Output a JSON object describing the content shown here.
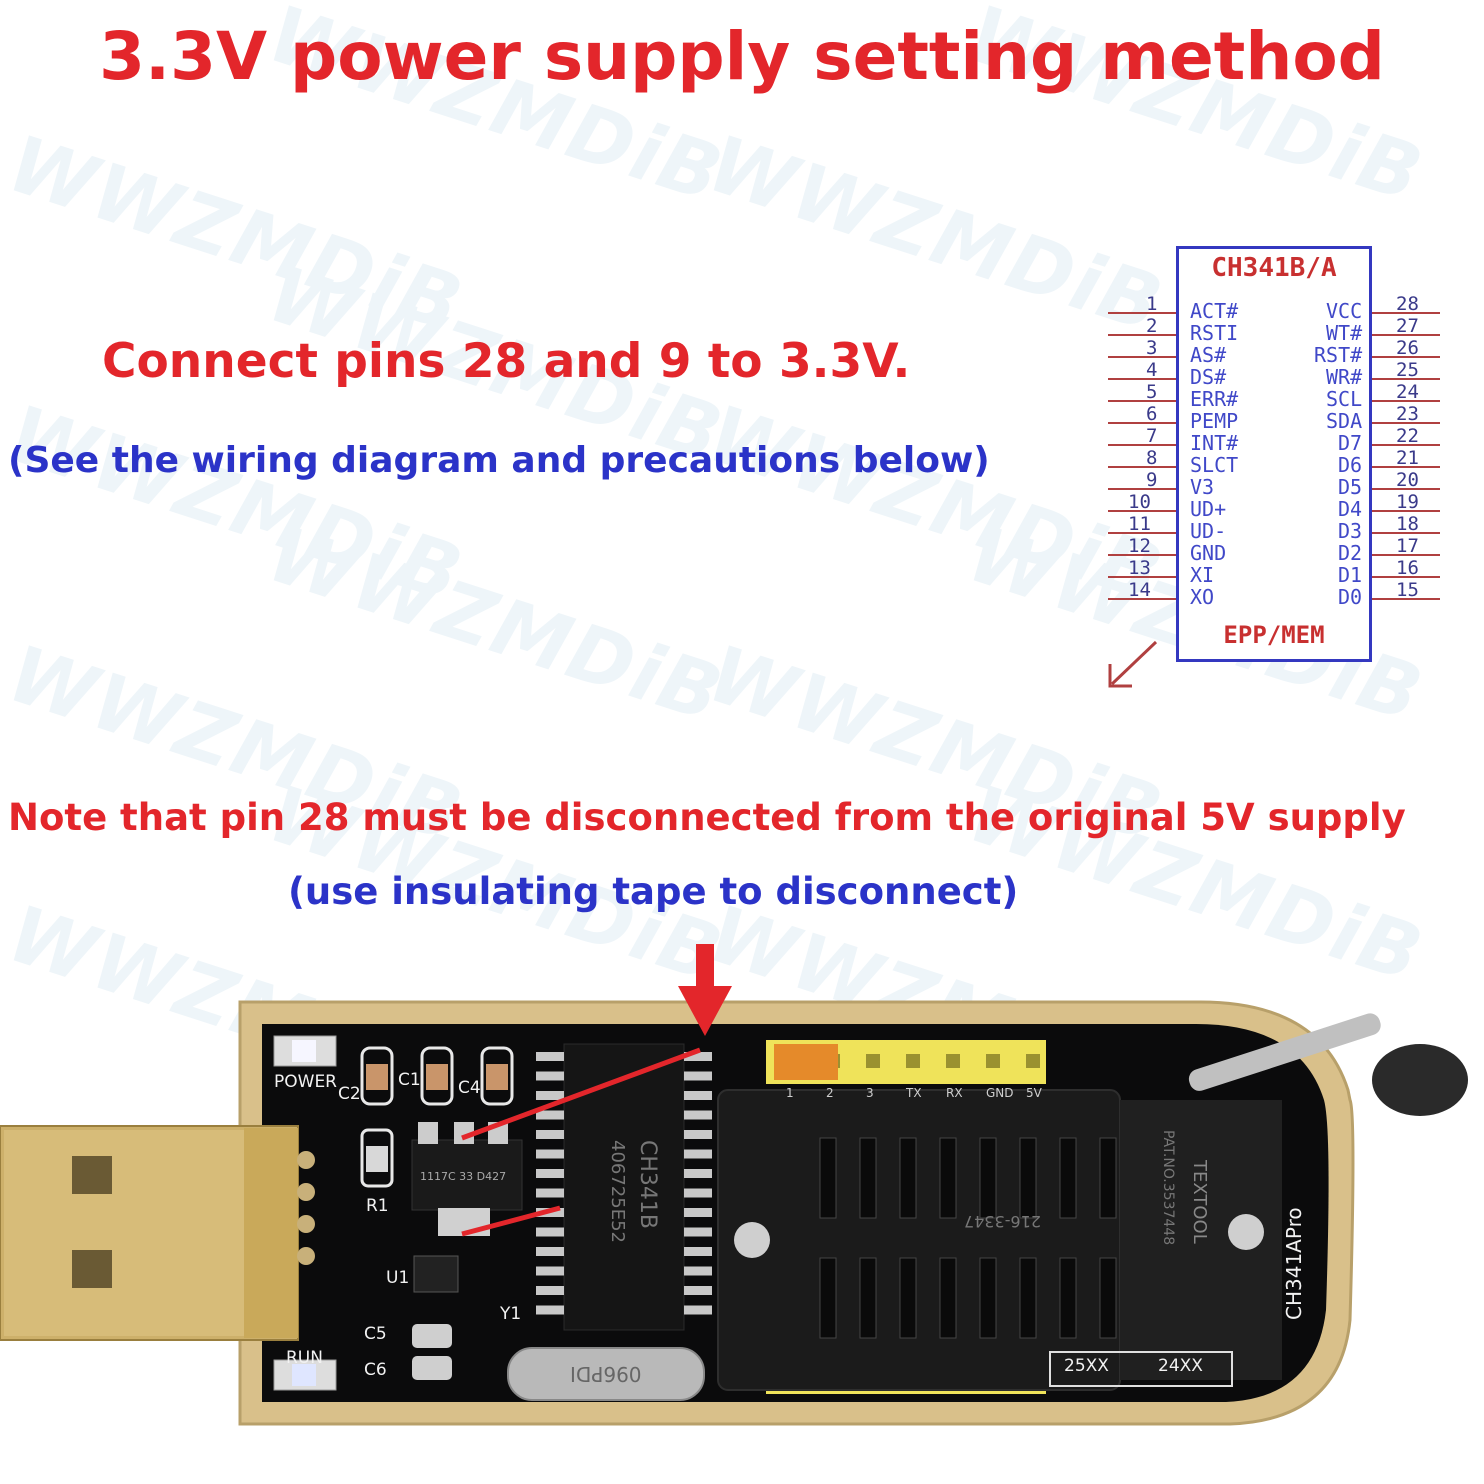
{
  "watermark": "WWZMDiB",
  "title": "3.3V power supply setting method",
  "instruction": "Connect pins 28 and 9 to 3.3V.",
  "instruction_note": "(See the wiring diagram and precautions below)",
  "warning": "Note that pin 28 must be disconnected from the original 5V supply",
  "warning_note": "(use insulating tape to disconnect)",
  "chip": {
    "name": "CH341B/A",
    "mode": "EPP/MEM",
    "left_pins": [
      {
        "num": "1",
        "label": "ACT#"
      },
      {
        "num": "2",
        "label": "RSTI"
      },
      {
        "num": "3",
        "label": "AS#"
      },
      {
        "num": "4",
        "label": "DS#"
      },
      {
        "num": "5",
        "label": "ERR#"
      },
      {
        "num": "6",
        "label": "PEMP"
      },
      {
        "num": "7",
        "label": "INT#"
      },
      {
        "num": "8",
        "label": "SLCT"
      },
      {
        "num": "9",
        "label": "V3"
      },
      {
        "num": "10",
        "label": "UD+"
      },
      {
        "num": "11",
        "label": "UD-"
      },
      {
        "num": "12",
        "label": "GND"
      },
      {
        "num": "13",
        "label": "XI"
      },
      {
        "num": "14",
        "label": "XO"
      }
    ],
    "right_pins": [
      {
        "num": "28",
        "label": "VCC"
      },
      {
        "num": "27",
        "label": "WT#"
      },
      {
        "num": "26",
        "label": "RST#"
      },
      {
        "num": "25",
        "label": "WR#"
      },
      {
        "num": "24",
        "label": "SCL"
      },
      {
        "num": "23",
        "label": "SDA"
      },
      {
        "num": "22",
        "label": "D7"
      },
      {
        "num": "21",
        "label": "D6"
      },
      {
        "num": "20",
        "label": "D5"
      },
      {
        "num": "19",
        "label": "D4"
      },
      {
        "num": "18",
        "label": "D3"
      },
      {
        "num": "17",
        "label": "D2"
      },
      {
        "num": "16",
        "label": "D1"
      },
      {
        "num": "15",
        "label": "D0"
      }
    ]
  },
  "board": {
    "power": "POWER",
    "run": "RUN",
    "c1": "C1",
    "c2": "C2",
    "c4": "C4",
    "c5": "C5",
    "c6": "C6",
    "r1": "R1",
    "u1": "U1",
    "y1": "Y1",
    "ic_text1": "CH341B",
    "ic_text2": "406725E52",
    "crystal": "096PDI",
    "header_labels": [
      "1",
      "2",
      "3",
      "TX",
      "RX",
      "GND",
      "5V"
    ],
    "zif_title": "CH341APro",
    "zif_brand": "TEXTOOL",
    "zif_patent": "PAT.NO.3537448",
    "zif_model": "216-3347",
    "regulator": "1117C 33 D427",
    "bottom_25": "25XX",
    "bottom_24": "24XX"
  }
}
